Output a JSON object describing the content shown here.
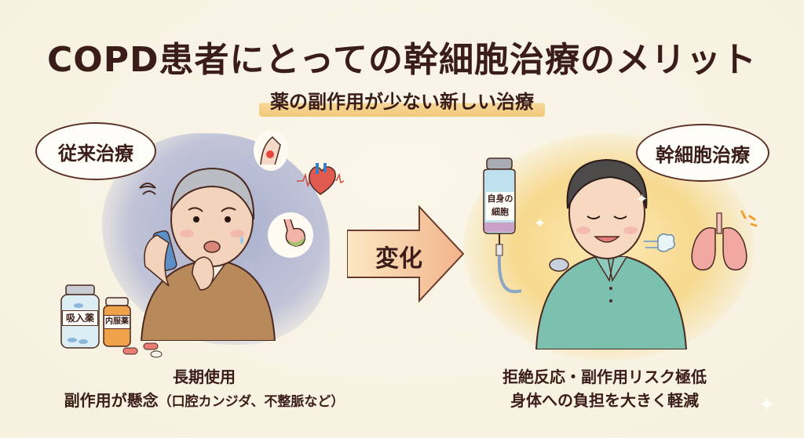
{
  "header": {
    "title": "COPD患者にとっての幹細胞治療のメリット",
    "subtitle": "薬の副作用が少ない新しい治療"
  },
  "left_panel": {
    "bubble_label": "従来治療",
    "bottle_labels": [
      "吸入薬",
      "内服薬"
    ],
    "icons": [
      "sore-throat-icon",
      "heart-icon",
      "stomach-icon",
      "inhaler-icon",
      "pills-icon"
    ],
    "caption_line1": "長期使用",
    "caption_line2_main": "副作用が懸念",
    "caption_line2_detail": "（口腔カンジダ、不整脈など）"
  },
  "center": {
    "arrow_label": "変化"
  },
  "right_panel": {
    "bubble_label": "幹細胞治療",
    "vial_label_line1": "自身の",
    "vial_label_line2": "細胞",
    "icons": [
      "vial-icon",
      "iv-tube-icon",
      "breath-icon",
      "lungs-icon",
      "sparkle-icon"
    ],
    "caption_line1": "拒絶反応・副作用リスク極低",
    "caption_line2": "身体への負担を大きく軽減"
  },
  "colors": {
    "background": "#f8f3e4",
    "text": "#3a1d18",
    "highlight": "#f3c97a",
    "arrow_fill": "#f5c38f",
    "left_bg": "#9ba3c6",
    "right_bg": "#f7d98e"
  }
}
